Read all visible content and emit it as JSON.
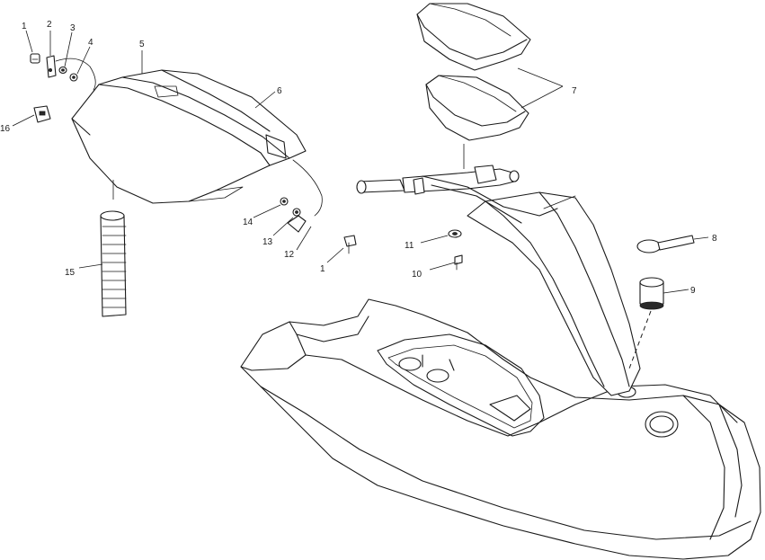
{
  "diagram": {
    "callouts": [
      {
        "id": "c1a",
        "text": "1"
      },
      {
        "id": "c2",
        "text": "2"
      },
      {
        "id": "c3",
        "text": "3"
      },
      {
        "id": "c4",
        "text": "4"
      },
      {
        "id": "c5",
        "text": "5"
      },
      {
        "id": "c6",
        "text": "6"
      },
      {
        "id": "c7",
        "text": "7"
      },
      {
        "id": "c8",
        "text": "8"
      },
      {
        "id": "c9",
        "text": "9"
      },
      {
        "id": "c10",
        "text": "10"
      },
      {
        "id": "c11",
        "text": "11"
      },
      {
        "id": "c12",
        "text": "12"
      },
      {
        "id": "c13",
        "text": "13"
      },
      {
        "id": "c14",
        "text": "14"
      },
      {
        "id": "c15",
        "text": "15"
      },
      {
        "id": "c16",
        "text": "16"
      },
      {
        "id": "c1b",
        "text": "1"
      }
    ]
  }
}
